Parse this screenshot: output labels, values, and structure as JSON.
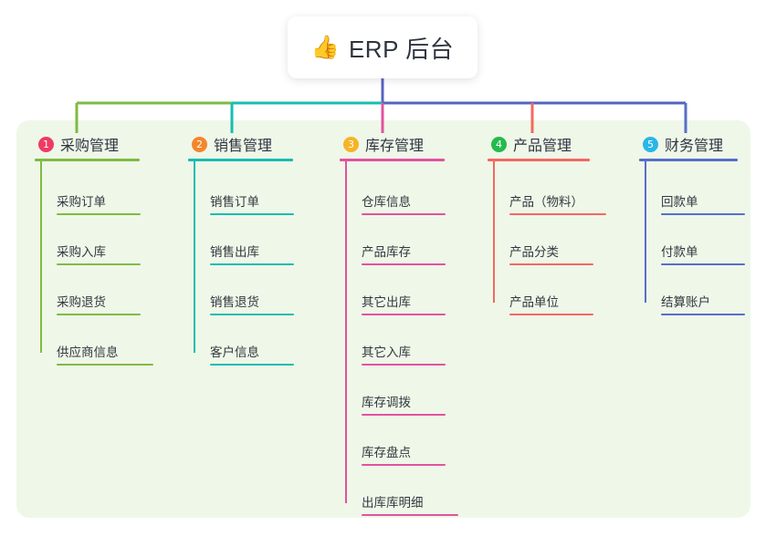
{
  "root": {
    "icon": "thumbs-up-icon",
    "icon_glyph": "👍",
    "title": "ERP 后台"
  },
  "palette": {
    "panel_bg": "#eff7e9",
    "card_bg": "#ffffff",
    "text": "#2f3440",
    "bus_left_green": "#7fbb42",
    "bus_mid_teal": "#17bdb0",
    "bus_right_indigo": "#5563c1",
    "stem_root": "#5563c1"
  },
  "columns": [
    {
      "index": "1",
      "title": "采购管理",
      "badge_color": "#ef3b63",
      "line_color": "#7fbb42",
      "drop_color": "#7fbb42",
      "items": [
        "采购订单",
        "采购入库",
        "采购退货",
        "供应商信息"
      ]
    },
    {
      "index": "2",
      "title": "销售管理",
      "badge_color": "#f5852a",
      "line_color": "#17bdb0",
      "drop_color": "#17bdb0",
      "items": [
        "销售订单",
        "销售出库",
        "销售退货",
        "客户信息"
      ]
    },
    {
      "index": "3",
      "title": "库存管理",
      "badge_color": "#f6b427",
      "line_color": "#e252a0",
      "drop_color": "#e252a0",
      "items": [
        "仓库信息",
        "产品库存",
        "其它出库",
        "其它入库",
        "库存调拨",
        "库存盘点",
        "出库库明细"
      ]
    },
    {
      "index": "4",
      "title": "产品管理",
      "badge_color": "#22bb4c",
      "line_color": "#f4685f",
      "drop_color": "#f4685f",
      "items": [
        "产品（物料）",
        "产品分类",
        "产品单位"
      ]
    },
    {
      "index": "5",
      "title": "财务管理",
      "badge_color": "#29b6e8",
      "line_color": "#5570c8",
      "drop_color": "#5570c8",
      "items": [
        "回款单",
        "付款单",
        "结算账户"
      ]
    }
  ]
}
